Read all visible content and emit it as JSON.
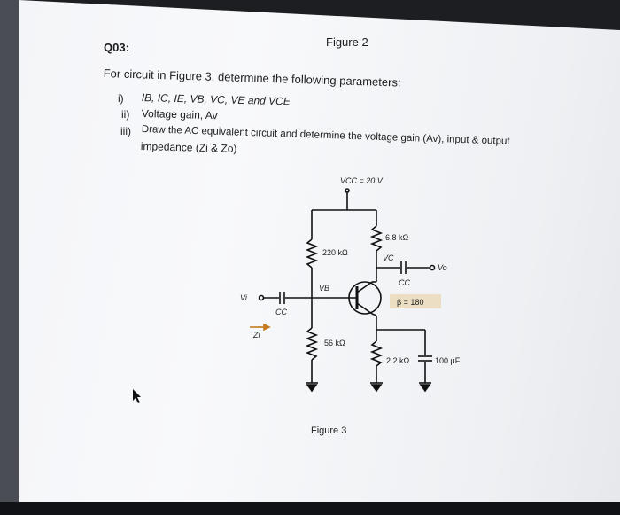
{
  "question": {
    "id": "Q03:",
    "figure_caption_top": "Figure 2",
    "intro": "For circuit in Figure 3, determine the following parameters:",
    "items": [
      {
        "num": "i)",
        "text": "IB, IC, IE, VB, VC, VE and VCE"
      },
      {
        "num": "ii)",
        "text": "Voltage gain, Av"
      },
      {
        "num": "iii)",
        "text": "Draw the AC equivalent circuit and determine the voltage gain (Av), input & output"
      },
      {
        "num": "",
        "text": "impedance (Zi & Zo)"
      }
    ]
  },
  "circuit": {
    "vcc": "VCC = 20 V",
    "r1": "220 kΩ",
    "r2": "56 kΩ",
    "rc": "6.8 kΩ",
    "re": "2.2 kΩ",
    "ce": "100 μF",
    "beta": "β = 180",
    "vc": "VC",
    "vb": "VB",
    "vi": "Vi",
    "vo": "Vo",
    "cc_in": "CC",
    "cc_out": "CC",
    "zi": "Zi"
  },
  "figure_caption_bottom": "Figure 3"
}
